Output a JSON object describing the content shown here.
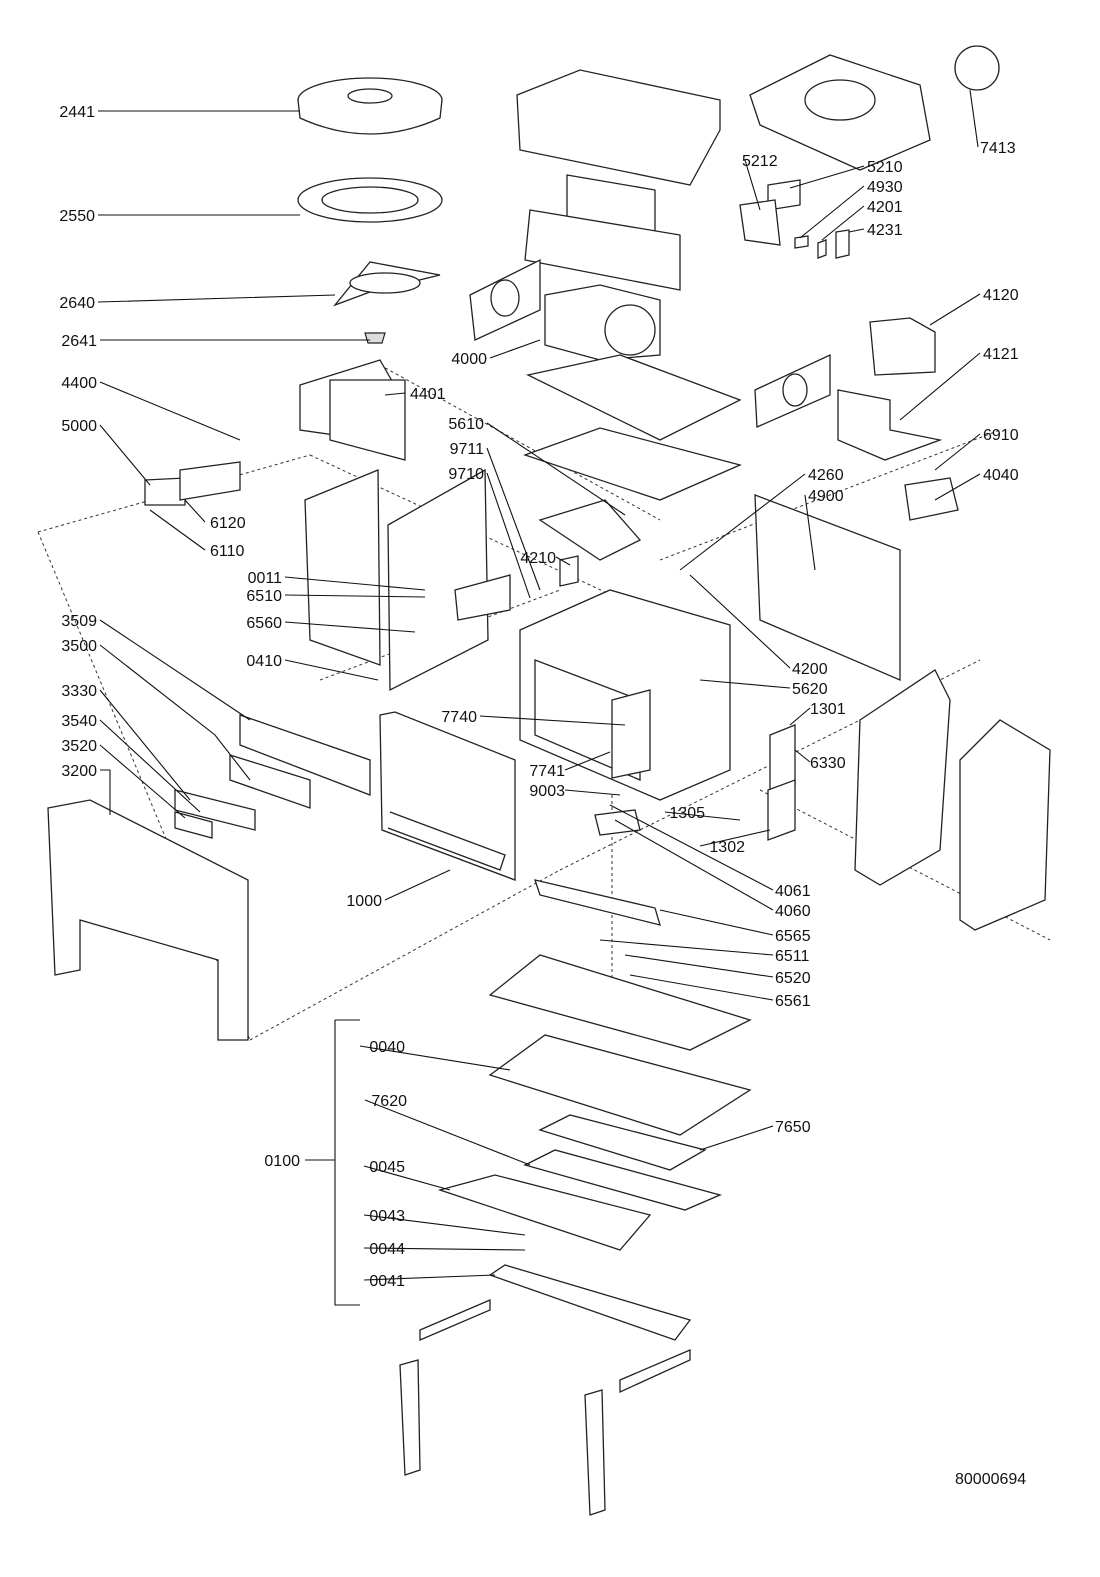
{
  "drawing_number": "80000694",
  "part_labels": {
    "p2441": "2441",
    "p2550": "2550",
    "p2640": "2640",
    "p2641": "2641",
    "p4400": "4400",
    "p5000": "5000",
    "p6120": "6120",
    "p6110": "6110",
    "p0011": "0011",
    "p6510": "6510",
    "p6560": "6560",
    "p0410": "0410",
    "p3509": "3509",
    "p3500": "3500",
    "p3330": "3330",
    "p3540": "3540",
    "p3520": "3520",
    "p3200": "3200",
    "p1000": "1000",
    "p4000": "4000",
    "p4401": "4401",
    "p5610": "5610",
    "p9711": "9711",
    "p9710": "9710",
    "p4210": "4210",
    "p7740": "7740",
    "p7741": "7741",
    "p9003": "9003",
    "p5212": "5212",
    "p5210": "5210",
    "p4930": "4930",
    "p4201": "4201",
    "p4231": "4231",
    "p4120": "4120",
    "p4121": "4121",
    "p6910": "6910",
    "p4040": "4040",
    "p4260": "4260",
    "p4900": "4900",
    "p4200": "4200",
    "p5620": "5620",
    "p1301": "1301",
    "p6330": "6330",
    "p1305": "1305",
    "p1302": "1302",
    "p4061": "4061",
    "p4060": "4060",
    "p6565": "6565",
    "p6511": "6511",
    "p6520": "6520",
    "p6561": "6561",
    "p7413": "7413",
    "p0040": "0040",
    "p7620": "7620",
    "p7650": "7650",
    "p0100": "0100",
    "p0045": "0045",
    "p0043": "0043",
    "p0044": "0044",
    "p0041": "0041"
  }
}
